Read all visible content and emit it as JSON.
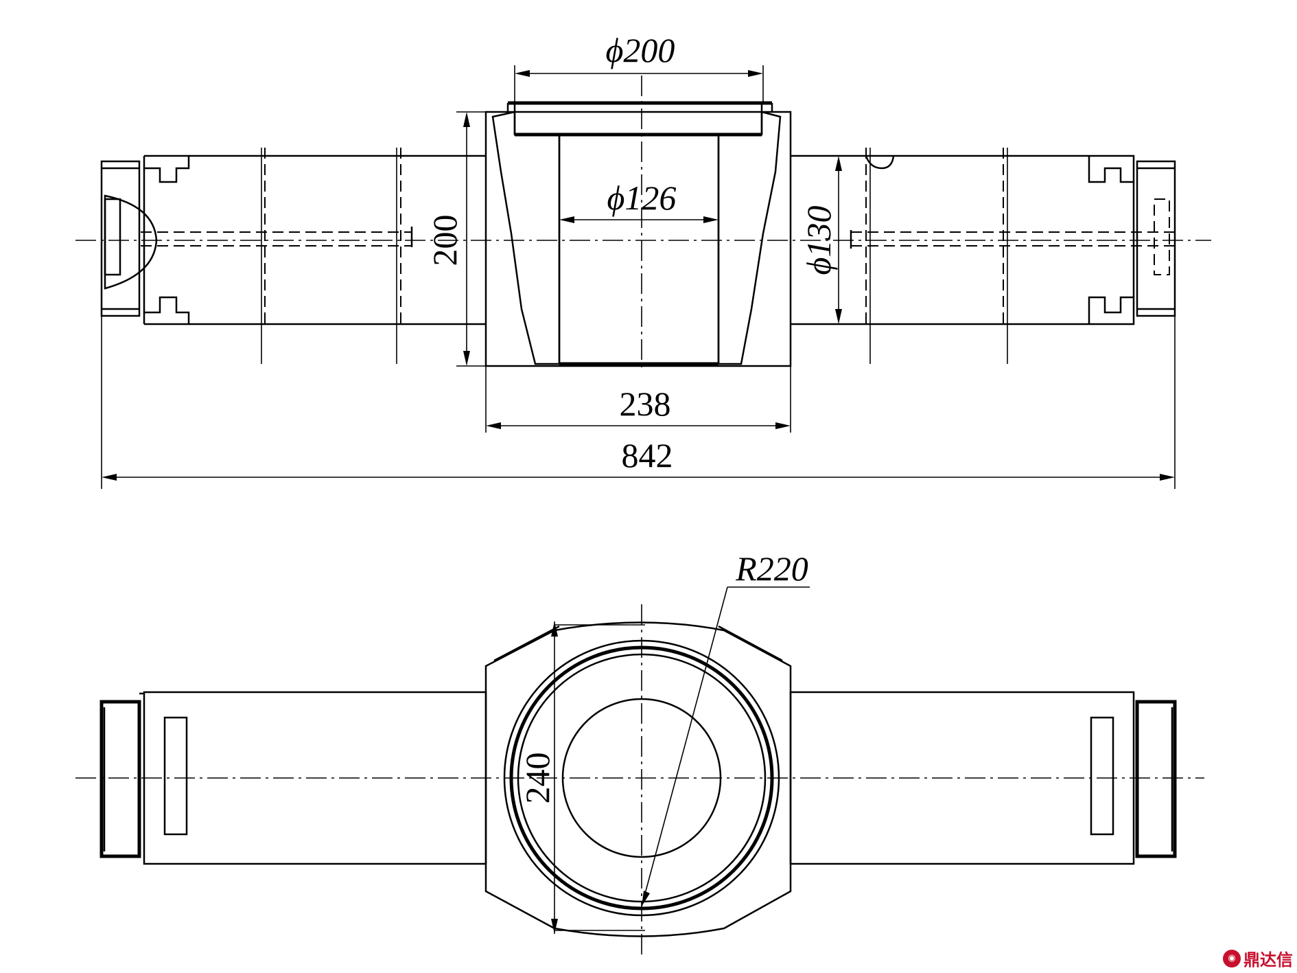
{
  "dimensions": {
    "top_diameter": "ϕ200",
    "bore_diameter": "ϕ126",
    "body_height": "200",
    "shaft_diameter": "ϕ130",
    "body_width": "238",
    "overall_length": "842",
    "radius": "R220",
    "plan_dimension": "240"
  },
  "watermark": {
    "text": "鼎达信",
    "icon": "logo-badge-icon",
    "color": "#c8102e"
  }
}
